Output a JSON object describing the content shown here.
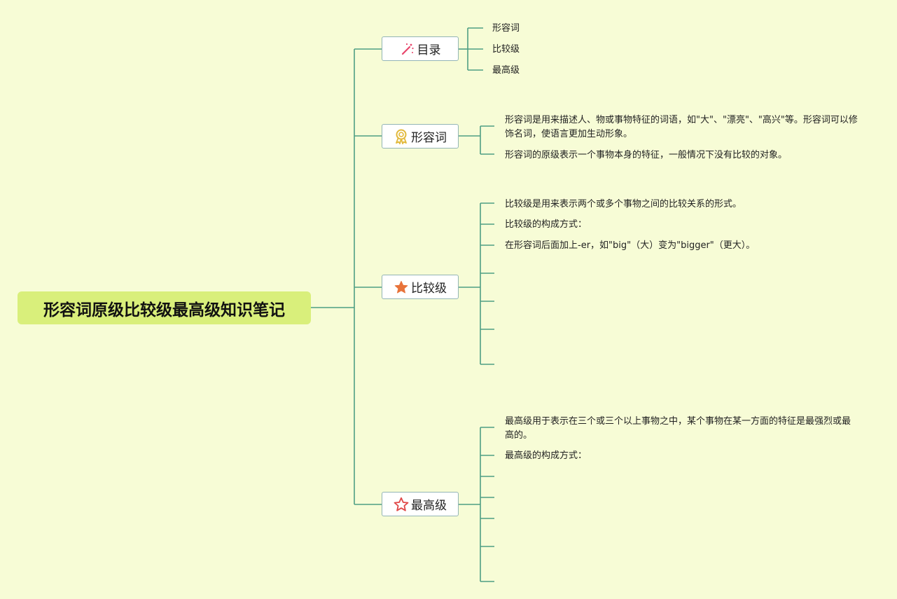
{
  "root": {
    "title": "形容词原级比较级最高级知识笔记"
  },
  "branches": {
    "toc": {
      "label": "目录",
      "icon": "magic-wand-icon",
      "items": [
        "形容词",
        "比较级",
        "最高级"
      ]
    },
    "adjective": {
      "label": "形容词",
      "icon": "award-ribbon-icon",
      "items": [
        "形容词是用来描述人、物或事物特征的词语，如\"大\"、\"漂亮\"、\"高兴\"等。形容词可以修饰名词，使语言更加生动形象。",
        "形容词的原级表示一个事物本身的特征，一般情况下没有比较的对象。"
      ]
    },
    "comparative": {
      "label": "比较级",
      "icon": "star-filled-icon",
      "items": [
        "比较级是用来表示两个或多个事物之间的比较关系的形式。",
        "比较级的构成方式：",
        "在形容词后面加上-er，如\"big\"（大）变为\"bigger\"（更大）。"
      ]
    },
    "superlative": {
      "label": "最高级",
      "icon": "star-outline-icon",
      "items": [
        "最高级用于表示在三个或三个以上事物之中，某个事物在某一方面的特征是最强烈或最高的。",
        "最高级的构成方式："
      ]
    }
  },
  "colors": {
    "background": "#f7fcd6",
    "root_fill": "#d9ef7b",
    "connector": "#2e8b6e",
    "branch_border": "#93b5b5"
  }
}
